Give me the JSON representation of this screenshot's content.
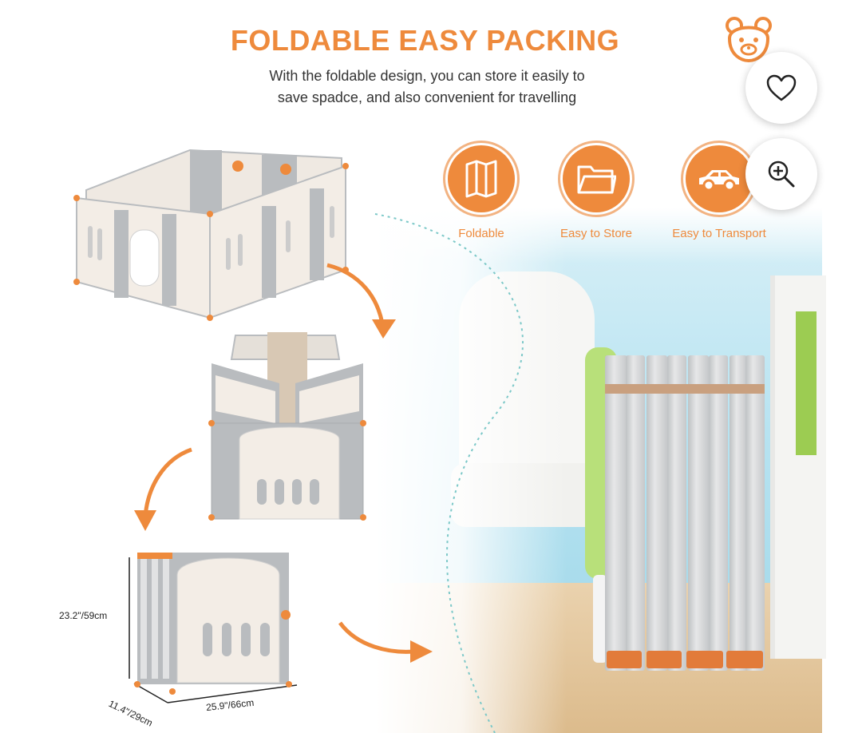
{
  "header": {
    "title": "FOLDABLE EASY PACKING",
    "subtitle_line1": "With the foldable design, you can store it easily to",
    "subtitle_line2": "save spadce, and also convenient for travelling"
  },
  "features": [
    {
      "icon": "folded-map-icon",
      "label": "Foldable"
    },
    {
      "icon": "folder-icon",
      "label": "Easy to Store"
    },
    {
      "icon": "car-icon",
      "label": "Easy to Transport"
    }
  ],
  "dimensions": {
    "height": "23.2\"/59cm",
    "depth": "11.4\"/29cm",
    "width": "25.9\"/66cm"
  },
  "actions": {
    "like_icon": "heart-icon",
    "zoom_icon": "zoom-in-icon"
  },
  "colors": {
    "accent": "#ee8a3c",
    "panel_gray": "#b9bcbf",
    "panel_cream": "#f3ede6"
  }
}
